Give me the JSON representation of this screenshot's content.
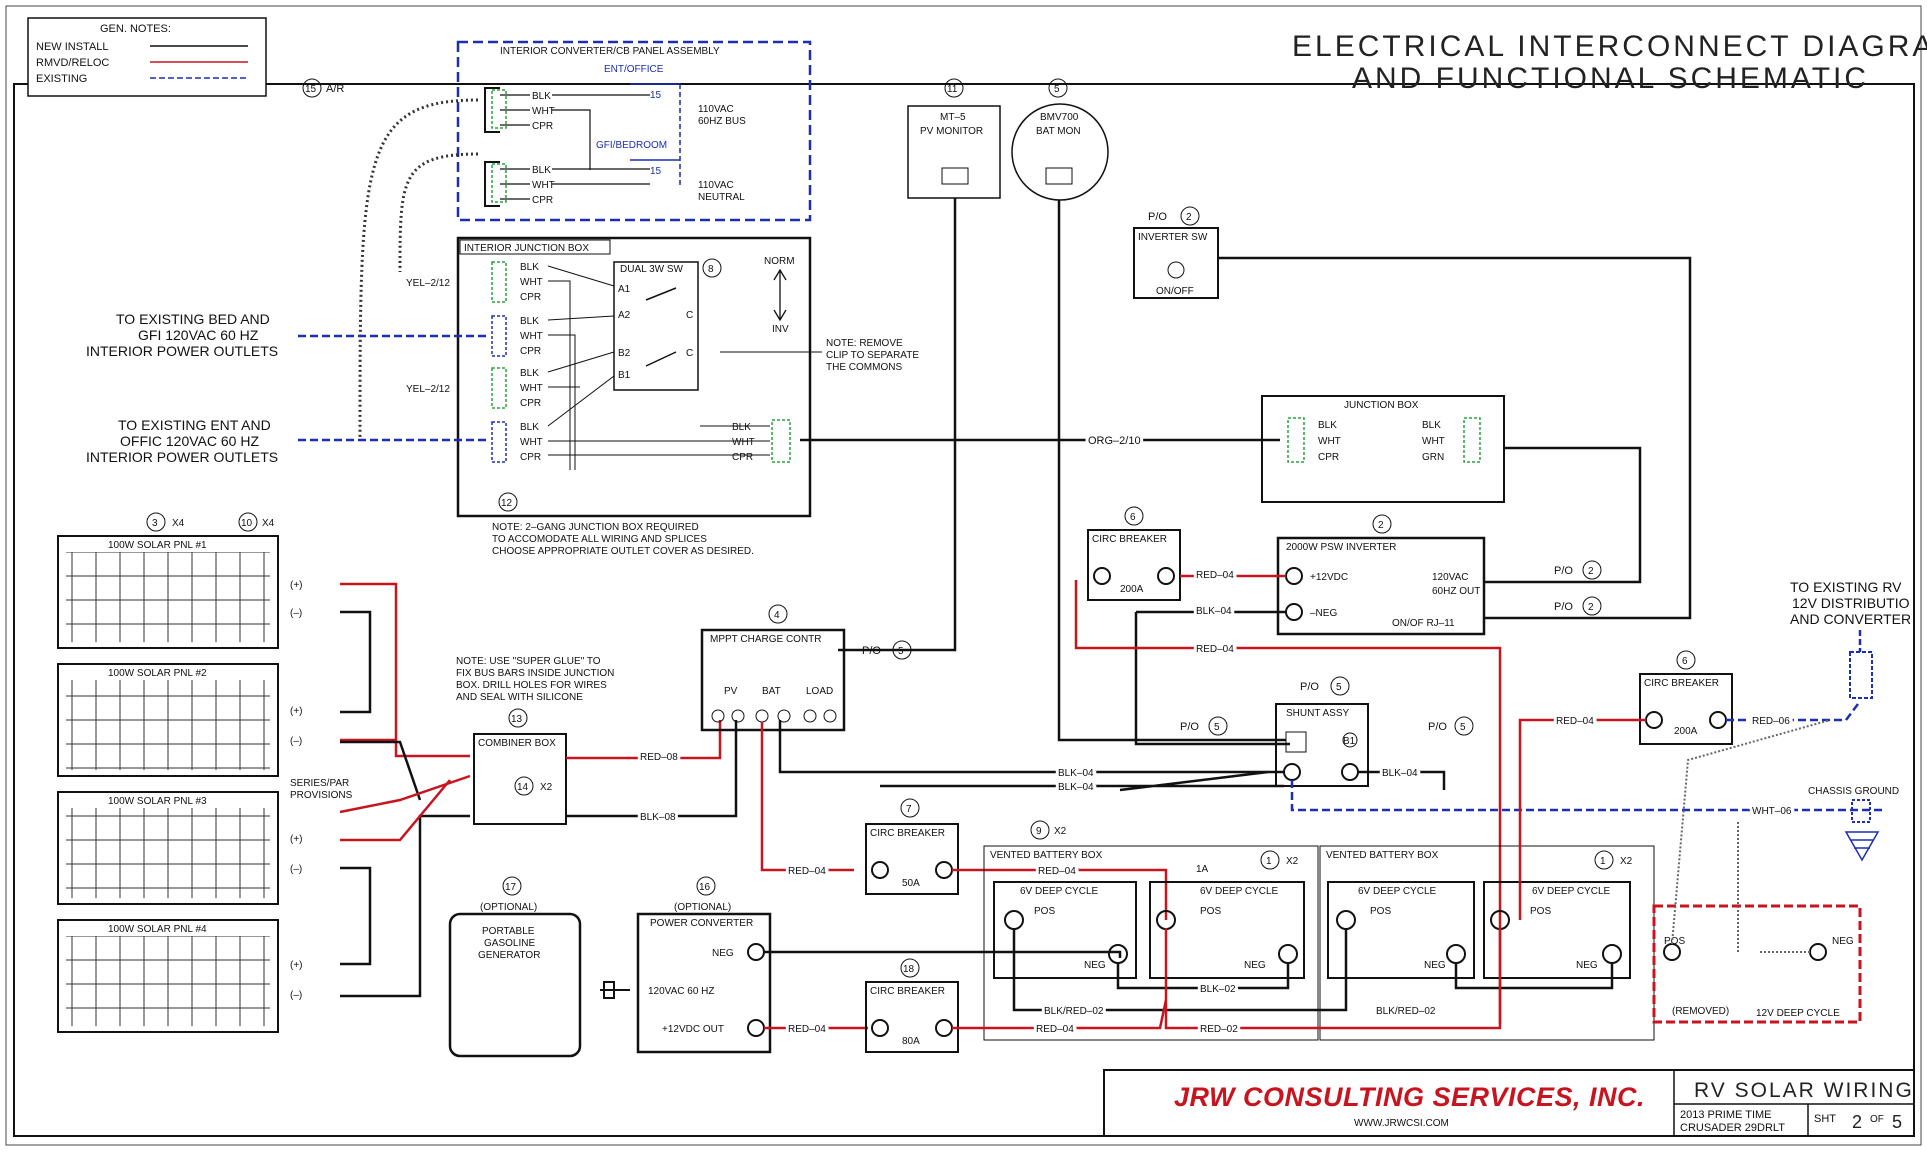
{
  "title": {
    "line1": "ELECTRICAL INTERCONNECT DIAGRAM",
    "line2": "AND FUNCTIONAL SCHEMATIC"
  },
  "legend": {
    "heading": "GEN. NOTES:",
    "items": [
      "NEW INSTALL",
      "RMVD/RELOC",
      "EXISTING"
    ]
  },
  "colors": {
    "new": "#111111",
    "removed": "#c8141e",
    "existing": "#1b2fb0",
    "splice": "#2aa33a"
  },
  "labels": {
    "cb_panel_title": "INTERIOR CONVERTER/CB PANEL ASSEMBLY",
    "ent_office": "ENT/OFFICE",
    "gfi_bedroom": "GFI/BEDROOM",
    "brk15a": "15",
    "brk15b": "15",
    "bus110": "110VAC",
    "bus60hz": "60HZ BUS",
    "neutral110": "110VAC",
    "neutral": "NEUTRAL",
    "ar": "A/R",
    "n15": "15",
    "junction_box_title": "INTERIOR JUNCTION BOX",
    "dual_sw": "DUAL 3W SW",
    "norm": "NORM",
    "inv": "INV",
    "sw_a1": "A1",
    "sw_a2": "A2",
    "sw_b2": "B2",
    "sw_b1": "B1",
    "sw_c1": "C",
    "sw_c2": "C",
    "n8": "8",
    "n12": "12",
    "yel_a": "YEL–2/12",
    "yel_b": "YEL–2/12",
    "note_remove1": "NOTE: REMOVE",
    "note_remove2": "CLIP TO SEPARATE",
    "note_remove3": "THE COMMONS",
    "bed_out1": "TO EXISTING BED AND",
    "bed_out2": "GFI 120VAC 60 HZ",
    "bed_out3": "INTERIOR POWER OUTLETS",
    "ent_out1": "TO EXISTING ENT AND",
    "ent_out2": "OFFIC 120VAC 60 HZ",
    "ent_out3": "INTERIOR POWER OUTLETS",
    "note_gang1": "NOTE:  2–GANG JUNCTION BOX REQUIRED",
    "note_gang2": "TO ACCOMODATE ALL WIRING AND SPLICES",
    "note_gang3": "CHOOSE APPROPRIATE OUTLET COVER AS DESIRED.",
    "blk": "BLK",
    "wht": "WHT",
    "cpr": "CPR",
    "grn": "GRN",
    "mt5_title": "MT–5",
    "mt5_sub": "PV MONITOR",
    "bmv_title": "BMV700",
    "bmv_sub": "BAT MON",
    "n11": "11",
    "n5": "5",
    "inv_sw_po": "P/O",
    "inv_sw_n": "2",
    "inv_sw_title": "INVERTER SW",
    "inv_sw_onoff": "ON/OFF",
    "jb2_title": "JUNCTION BOX",
    "org": "ORG–2/10",
    "n6a": "6",
    "cb200_title": "CIRC BREAKER",
    "cb200": "200A",
    "n2": "2",
    "inverter_title": "2000W PSW INVERTER",
    "inv_12v": "+12VDC",
    "inv_neg": "–NEG",
    "inv_120": "120VAC",
    "inv_60": "60HZ OUT",
    "inv_onof": "ON/OF RJ–11",
    "po": "P/O",
    "red04": "RED–04",
    "blk04": "BLK–04",
    "red08": "RED–08",
    "blk08": "BLK–08",
    "red06": "RED–06",
    "wht06": "WHT–06",
    "blk02": "BLK–02",
    "red02": "RED–02",
    "blkred02": "BLK/RED–02",
    "n3": "3",
    "x4a": "X4",
    "n10": "10",
    "x4b": "X4",
    "pnl1": "100W SOLAR PNL #1",
    "pnl2": "100W SOLAR PNL #2",
    "pnl3": "100W SOLAR PNL #3",
    "pnl4": "100W SOLAR PNL #4",
    "plus": "(+)",
    "minus": "(–)",
    "series1": "SERIES/PAR",
    "series2": "PROVISIONS",
    "note_glue1": "NOTE: USE \"SUPER GLUE\" TO",
    "note_glue2": "FIX BUS BARS INSIDE JUNCTION",
    "note_glue3": "BOX. DRILL HOLES FOR WIRES",
    "note_glue4": "AND SEAL WITH SILICONE",
    "n13": "13",
    "combiner": "COMBINER BOX",
    "n14": "14",
    "x2": "X2",
    "n4": "4",
    "mppt_title": "MPPT CHARGE CONTR",
    "pv": "PV",
    "bat": "BAT",
    "load": "LOAD",
    "n5b": "5",
    "shunt_title": "SHUNT ASSY",
    "b1": "B1",
    "n7": "7",
    "cb50_title": "CIRC BREAKER",
    "cb50": "50A",
    "n9": "9",
    "x2b": "X2",
    "vbox": "VENTED BATTERY BOX",
    "deep": "6V DEEP CYCLE",
    "pos": "POS",
    "neg": "NEG",
    "fuse1a": "1A",
    "n1": "1",
    "n17": "17",
    "optional": "(OPTIONAL)",
    "gen1": "PORTABLE",
    "gen2": "GASOLINE",
    "gen3": "GENERATOR",
    "n16": "16",
    "pconv": "POWER CONVERTER",
    "pconv_neg": "NEG",
    "pconv_120": "120VAC  60  HZ",
    "pconv_12": "+12VDC  OUT",
    "n18": "18",
    "cb80_title": "CIRC BREAKER",
    "cb80": "80A",
    "n6b": "6",
    "cb200b_title": "CIRC BREAKER",
    "cb200b": "200A",
    "to_rv1": "TO EXISTING RV",
    "to_rv2": "12V DISTRIBUTIO",
    "to_rv3": "AND CONVERTER",
    "chassis": "CHASSIS GROUND",
    "removed": "(REMOVED)",
    "deep12": "12V DEEP CYCLE",
    "company": "JRW CONSULTING SERVICES, INC.",
    "website": "WWW.JRWCSI.COM",
    "drawing": "RV SOLAR WIRING",
    "model1": "2013  PRIME  TIME",
    "model2": "CRUSADER  29DRLT",
    "sht": "SHT",
    "sht_n": "2",
    "sht_of": "OF",
    "sht_total": "5"
  }
}
